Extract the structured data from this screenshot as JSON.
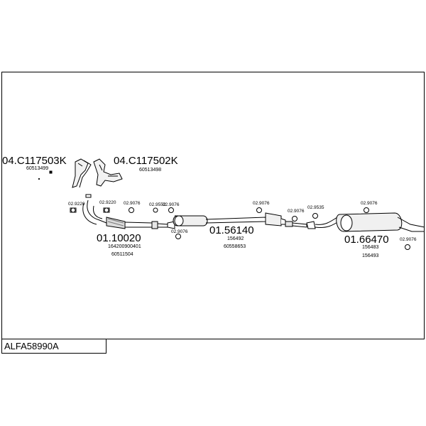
{
  "model_code": "ALFA58990A",
  "labels": {
    "manifold_left": "04.C117503K",
    "manifold_left_oe": "60513499",
    "manifold_right": "04.C117502K",
    "manifold_right_oe": "60513498",
    "front_pipe": "01.10020",
    "front_pipe_oe1": "164200900401",
    "front_pipe_oe2": "60511504",
    "middle": "01.56140",
    "middle_oe1": "156492",
    "middle_oe2": "60558653",
    "rear": "01.66470",
    "rear_oe1": "156483",
    "rear_oe2": "156493",
    "c1": "02.9220",
    "c2": "02.9220",
    "c3": "02.9076",
    "c4": "02.9552",
    "c5": "02.9076",
    "c6": "02.9076",
    "c7": "02.9076",
    "c8": "02.9076",
    "c9": "02.9535",
    "c10": "02.9076",
    "c11": "02.9076"
  }
}
